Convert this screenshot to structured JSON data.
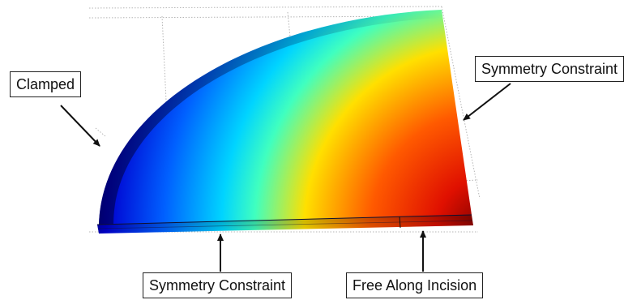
{
  "labels": {
    "clamped": "Clamped",
    "symmetry_right": "Symmetry Constraint",
    "symmetry_bottom": "Symmetry Constraint",
    "free_incision": "Free Along Incision"
  },
  "colors": {
    "colormap": [
      "#00007f",
      "#0000ff",
      "#00ffff",
      "#ffff00",
      "#ff6600",
      "#ff2000",
      "#7f0000"
    ],
    "arrow": "#111111",
    "grid": "#b0b0b0",
    "box_border": "#222222"
  }
}
